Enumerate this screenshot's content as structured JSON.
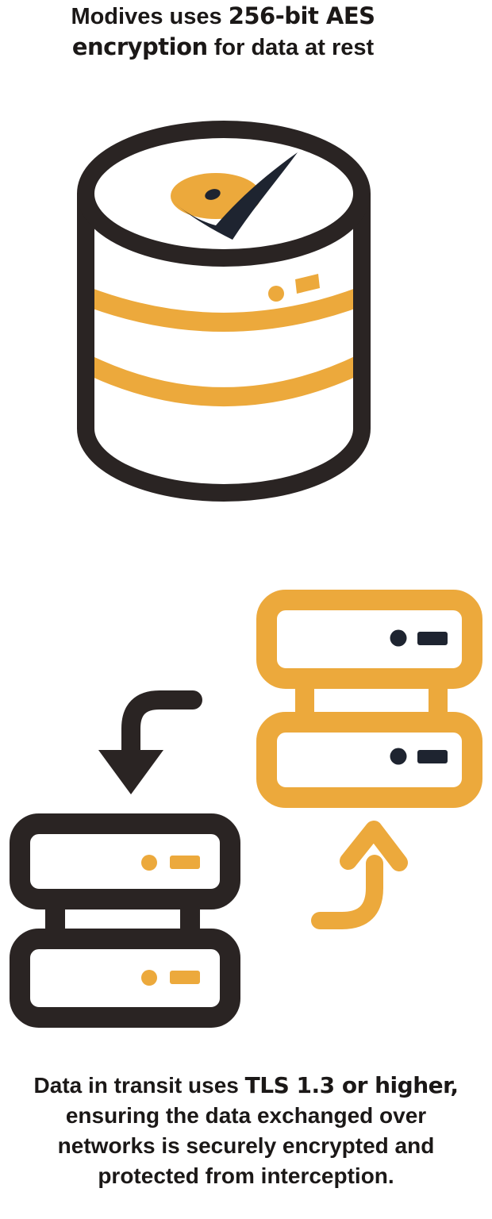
{
  "colors": {
    "yellow": "#ECA93C",
    "ink": "#2A2423",
    "navy": "#1E2430",
    "text": "#1B1817",
    "background": "#FFFFFF"
  },
  "headline": {
    "l1_normal": "Modives uses ",
    "l1_bold": "256-bit AES",
    "l2_bold": "encryption",
    "l2_normal": " for data at rest"
  },
  "footer": {
    "l1_normal": "Data in transit uses ",
    "l1_bold": "TLS 1.3 or higher,",
    "l2": "ensuring the data exchanged over",
    "l3": "networks is securely encrypted and",
    "l4": "protected from interception."
  },
  "illustrations": {
    "database": {
      "icon": "database-cylinder-icon",
      "logo": "modives-checkmark-logo",
      "details": [
        "yellow-band",
        "yellow-band",
        "indicator-dot",
        "indicator-dash"
      ]
    },
    "transfer": {
      "icons": [
        "server-stack-yellow-icon",
        "curved-arrow-down-icon",
        "server-stack-dark-icon",
        "curved-arrow-up-icon"
      ]
    }
  }
}
